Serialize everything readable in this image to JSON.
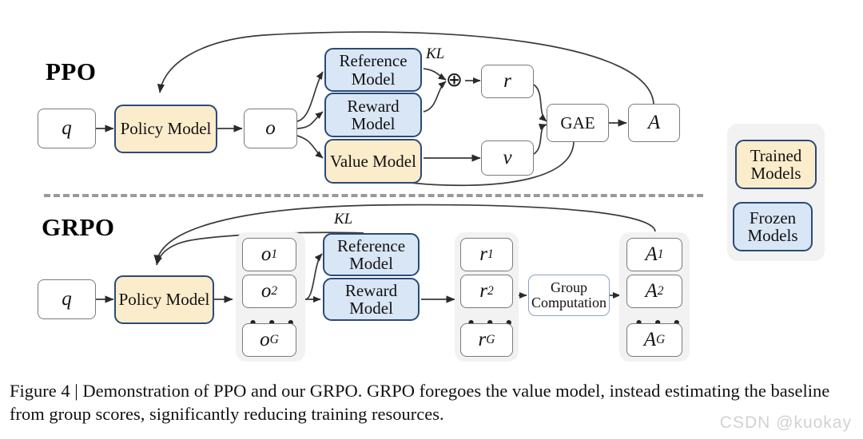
{
  "figure": {
    "caption": "Figure 4 | Demonstration of PPO and our GRPO. GRPO foregoes the value model, instead estimating the baseline from group scores, significantly reducing training resources.",
    "watermark": "CSDN @kuokay"
  },
  "ppo": {
    "title": "PPO",
    "nodes": {
      "q": "q",
      "policy_model": "Policy Model",
      "o": "o",
      "reference_model": "Reference Model",
      "reward_model": "Reward Model",
      "value_model": "Value Model",
      "kl": "KL",
      "plus": "⊕",
      "r": "r",
      "v": "v",
      "gae": "GAE",
      "A": "A"
    }
  },
  "grpo": {
    "title": "GRPO",
    "nodes": {
      "q": "q",
      "policy_model": "Policy Model",
      "reference_model": "Reference Model",
      "reward_model": "Reward Model",
      "kl": "KL",
      "group_computation": "Group Computation",
      "ellipsis": "• • •"
    },
    "outputs": [
      {
        "base": "o",
        "sub": "1"
      },
      {
        "base": "o",
        "sub": "2"
      },
      {
        "base": "o",
        "sub": "G"
      }
    ],
    "rewards": [
      {
        "base": "r",
        "sub": "1"
      },
      {
        "base": "r",
        "sub": "2"
      },
      {
        "base": "r",
        "sub": "G"
      }
    ],
    "advantages": [
      {
        "base": "A",
        "sub": "1"
      },
      {
        "base": "A",
        "sub": "2"
      },
      {
        "base": "A",
        "sub": "G"
      }
    ]
  },
  "legend": {
    "trained": "Trained Models",
    "frozen": "Frozen Models"
  },
  "colors": {
    "trained_fill": "#fbeccb",
    "frozen_fill": "#d9e6f6",
    "model_border": "#2b4a78",
    "plain_border": "#6f6f6f",
    "group_bg": "#f2f2f2",
    "divider": "#9a9a9a",
    "watermark": "#d2d2d2"
  }
}
